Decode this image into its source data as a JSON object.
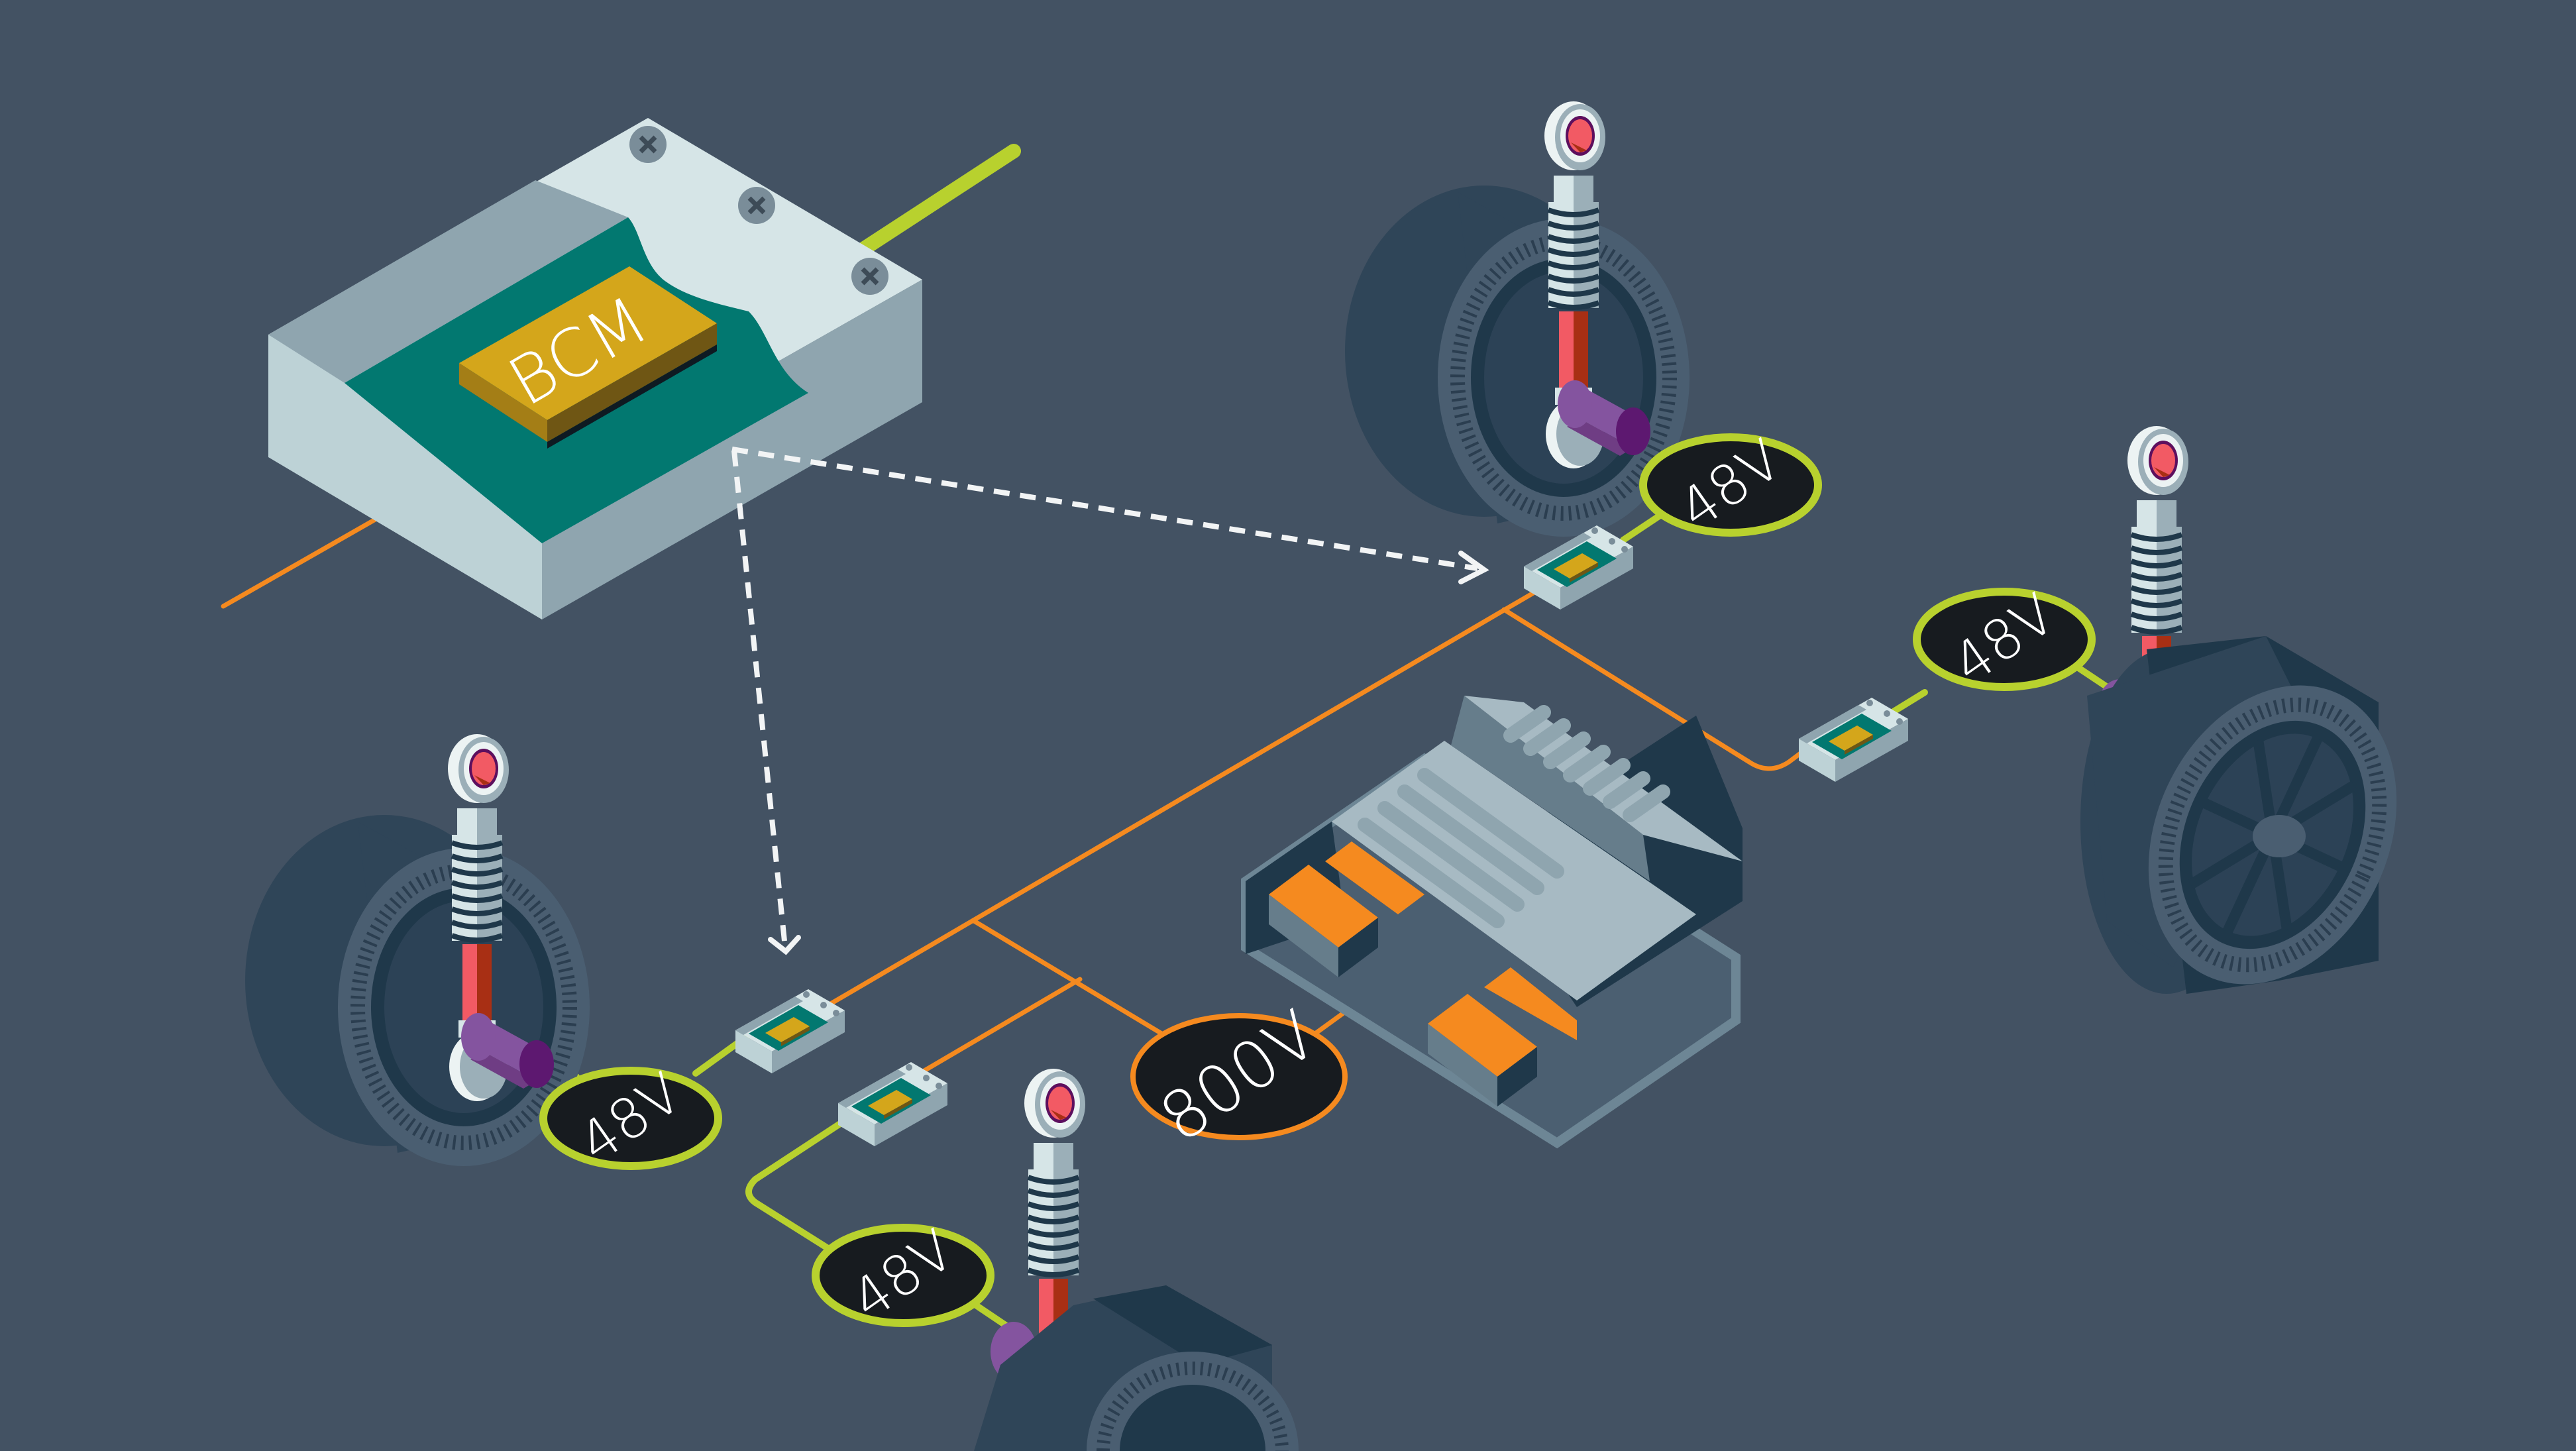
{
  "diagram": {
    "colors": {
      "background": "#435263",
      "hv_wire": "#F58A1F",
      "lv_wire": "#B8D12E",
      "bcm_board": "#027870",
      "chip": "#D4A61B",
      "badge_fill": "#171B1F",
      "tire": "#2F4558",
      "damper_rod": "#F25A64",
      "actuator": "#84549F"
    },
    "controller": {
      "label": "BCM",
      "icon": "bcm-module-icon"
    },
    "voltage_badges": [
      {
        "id": "front-right",
        "label": "48V",
        "bus": "low-voltage"
      },
      {
        "id": "rear-right",
        "label": "48V",
        "bus": "low-voltage"
      },
      {
        "id": "front-left",
        "label": "48V",
        "bus": "low-voltage"
      },
      {
        "id": "rear-left",
        "label": "48V",
        "bus": "low-voltage"
      },
      {
        "id": "battery",
        "label": "800V",
        "bus": "high-voltage"
      }
    ],
    "components": {
      "wheels": [
        "front-left",
        "front-right",
        "rear-left",
        "rear-right"
      ],
      "dc_converters": 4,
      "battery_pack_icon": "battery-pack-icon"
    }
  }
}
